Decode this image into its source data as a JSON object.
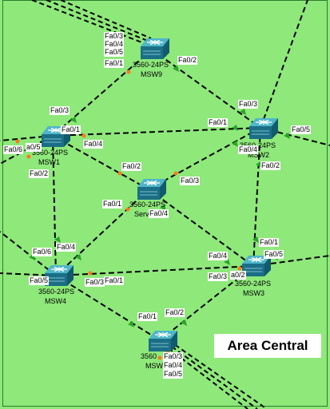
{
  "area_label": "Area Central",
  "colors": {
    "background": "#8ee87a",
    "area_fill": "#8ee87a",
    "link": "#000000",
    "link_up": "#2aa52a",
    "link_down": "#ff7a1a",
    "switch_top": "#4fb6c9",
    "switch_front": "#1a6f86"
  },
  "devices": [
    {
      "id": "MSW9",
      "model": "3560-24PS",
      "name": "MSW9",
      "icon": "multilayer-switch-icon"
    },
    {
      "id": "MSW1",
      "model": "3560-24PS",
      "name": "MSW1",
      "icon": "multilayer-switch-icon"
    },
    {
      "id": "MSW2",
      "model": "3560-24PS",
      "name": "MSW2",
      "icon": "multilayer-switch-icon"
    },
    {
      "id": "Server",
      "model": "3560-24PS",
      "name": "Server",
      "icon": "multilayer-switch-icon"
    },
    {
      "id": "MSW4",
      "model": "3560-24PS",
      "name": "MSW4",
      "icon": "multilayer-switch-icon"
    },
    {
      "id": "MSW3",
      "model": "3560-24PS",
      "name": "MSW3",
      "icon": "multilayer-switch-icon"
    },
    {
      "id": "MSW5",
      "model": "3560",
      "name": "MSW5",
      "icon": "multilayer-switch-icon"
    }
  ],
  "port_labels": [
    "Fa0/3",
    "Fa0/4",
    "Fa0/5",
    "Fa0/1",
    "Fa0/2",
    "Fa0/3",
    "Fa0/1",
    "Fa0/4",
    "Fa0/6",
    "a0/5",
    "Fa0/2",
    "Fa0/1",
    "Fa0/4",
    "Fa0/5",
    "Fa0/2",
    "Fa0/3",
    "Fa0/2",
    "Fa0/3",
    "Fa0/1",
    "Fa0/4",
    "Fa0/6",
    "Fa0/4",
    "Fa0/5",
    "Fa0/3",
    "Fa0/1",
    "Fa0/4",
    "Fa0/1",
    "Fa0/5",
    "Fa0/3",
    "a0/2",
    "Fa0/1",
    "Fa0/2",
    "Fa0/3",
    "Fa0/4",
    "Fa0/5"
  ]
}
